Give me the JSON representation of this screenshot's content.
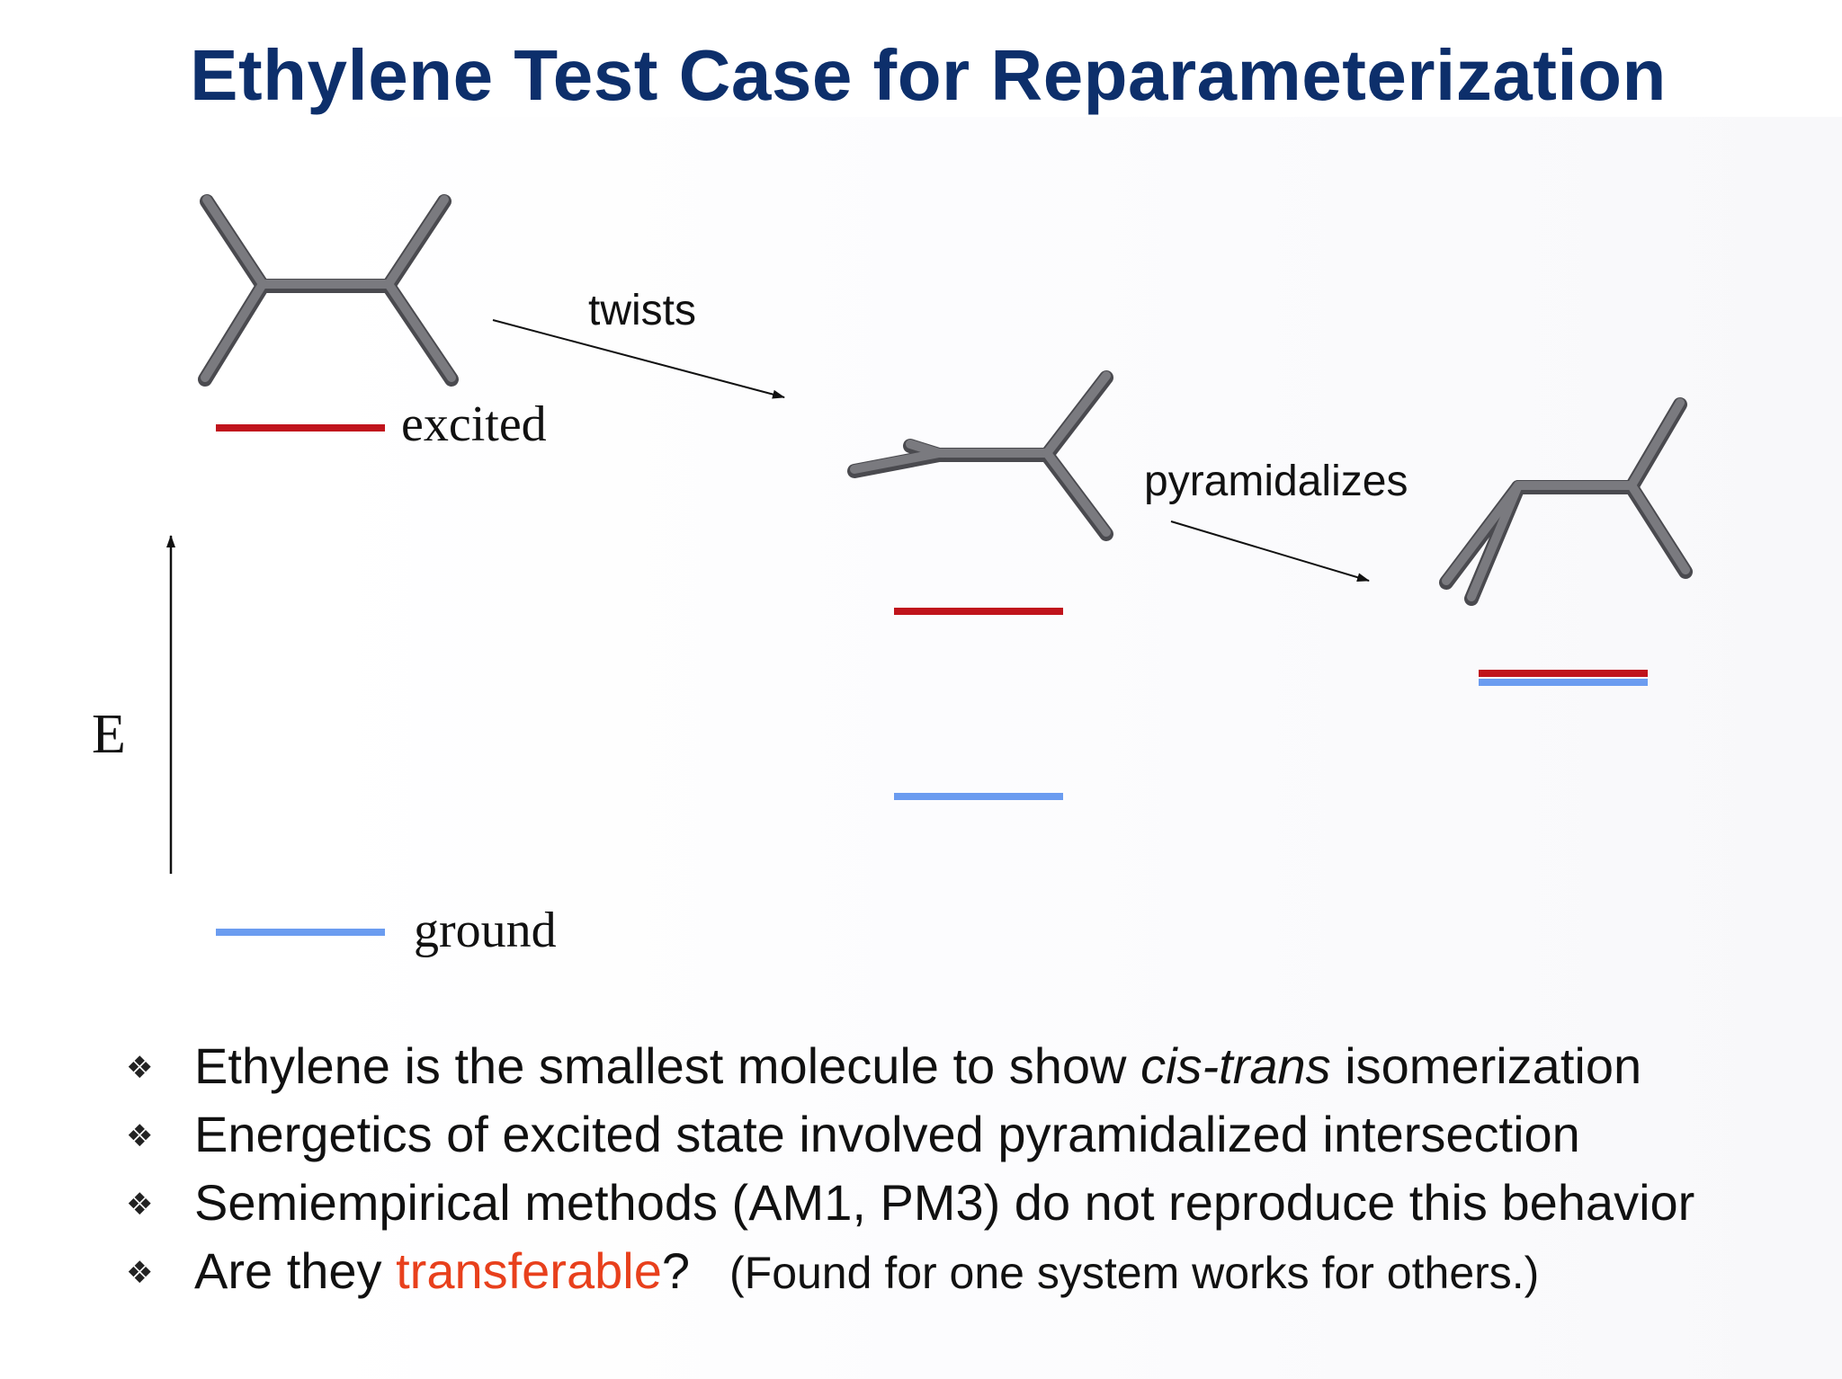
{
  "title": "Ethylene Test Case for Reparameterization",
  "diagram": {
    "axis_label": "E",
    "states": {
      "excited": "excited",
      "ground": "ground"
    },
    "steps": {
      "twist": "twists",
      "pyramidalize": "pyramidalizes"
    },
    "colors": {
      "excited": "#c0141c",
      "ground": "#6b9cf0",
      "molecule": "#6e6e72"
    }
  },
  "bullets": {
    "mark": "❖",
    "b1": {
      "pre": "Ethylene is the smallest molecule to show ",
      "em": "cis-trans",
      "post": " isomerization"
    },
    "b2": "Energetics of excited state involved pyramidalized intersection",
    "b3": "Semiempirical methods (AM1, PM3) do not reproduce this behavior",
    "b4": {
      "pre": "Are they ",
      "highlight": "transferable",
      "post": "?",
      "note": "(Found for one system works for others.)"
    }
  }
}
